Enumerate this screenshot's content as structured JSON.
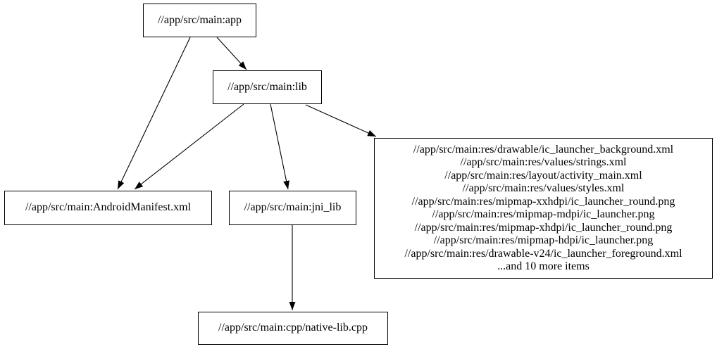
{
  "diagram": {
    "kind": "build-dependency-graph",
    "background_color": "#ffffff",
    "node_fill_color": "#ffffff",
    "node_border_color": "#000000",
    "edge_color": "#000000",
    "text_color": "#000000"
  },
  "nodes": {
    "app": {
      "label": "//app/src/main:app"
    },
    "lib": {
      "label": "//app/src/main:lib"
    },
    "android_manifest": {
      "label": "//app/src/main:AndroidManifest.xml"
    },
    "jni_lib": {
      "label": "//app/src/main:jni_lib"
    },
    "native_lib_cpp": {
      "label": "//app/src/main:cpp/native-lib.cpp"
    },
    "res_group": {
      "lines": [
        "//app/src/main:res/drawable/ic_launcher_background.xml",
        "//app/src/main:res/values/strings.xml",
        "//app/src/main:res/layout/activity_main.xml",
        "//app/src/main:res/values/styles.xml",
        "//app/src/main:res/mipmap-xxhdpi/ic_launcher_round.png",
        "//app/src/main:res/mipmap-mdpi/ic_launcher.png",
        "//app/src/main:res/mipmap-xhdpi/ic_launcher_round.png",
        "//app/src/main:res/mipmap-hdpi/ic_launcher.png",
        "//app/src/main:res/drawable-v24/ic_launcher_foreground.xml",
        "...and 10 more items"
      ]
    }
  },
  "edges": [
    {
      "from": "//app/src/main:app",
      "to": "//app/src/main:AndroidManifest.xml"
    },
    {
      "from": "//app/src/main:app",
      "to": "//app/src/main:lib"
    },
    {
      "from": "//app/src/main:lib",
      "to": "//app/src/main:AndroidManifest.xml"
    },
    {
      "from": "//app/src/main:lib",
      "to": "//app/src/main:jni_lib"
    },
    {
      "from": "//app/src/main:lib",
      "to": "res_group"
    },
    {
      "from": "//app/src/main:jni_lib",
      "to": "//app/src/main:cpp/native-lib.cpp"
    }
  ]
}
